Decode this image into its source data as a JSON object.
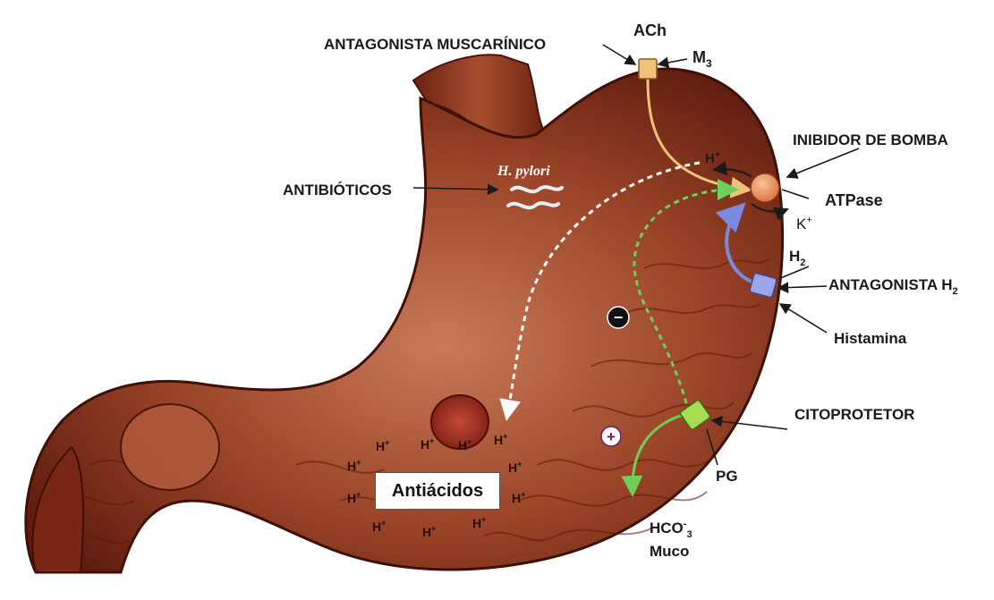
{
  "labels": {
    "ach": "ACh",
    "antagonista_muscarinico": "ANTAGONISTA MUSCARÍNICO",
    "m3_main": "M",
    "m3_sub": "3",
    "inibidor_bomba": "INIBIDOR DE BOMBA",
    "atpase": "ATPase",
    "h_plus": "H",
    "k_main": "K",
    "plus_sign": "+",
    "antibioticos": "ANTIBIÓTICOS",
    "h_pylori": "H. pylori",
    "h2_receptor_main": "H",
    "h2_receptor_sub": "2",
    "antagonista_h2_main": "ANTAGONISTA H",
    "antagonista_h2_sub": "2",
    "histamina": "Histamina",
    "citoprotetor": "CITOPROTETOR",
    "pg": "PG",
    "hco3_a": "HCO",
    "hco3_sup": "-",
    "hco3_sub": "3",
    "muco": "Muco",
    "antiacidos": "Antiácidos",
    "minus_sign": "−",
    "plus_circle": "+"
  },
  "colors": {
    "stomach_dark": "#5a1a0e",
    "stomach_mid": "#8e3a22",
    "stomach_light": "#c06a48",
    "pump": "#e8884f",
    "m3_receptor": "#f2c27a",
    "h2_receptor": "#9aa6e8",
    "pg_receptor": "#a6dd55",
    "ach_path": "#f2c27a",
    "green_path": "#6cd05a",
    "blue_path": "#7a8ae0",
    "white_path": "#ffffff"
  }
}
